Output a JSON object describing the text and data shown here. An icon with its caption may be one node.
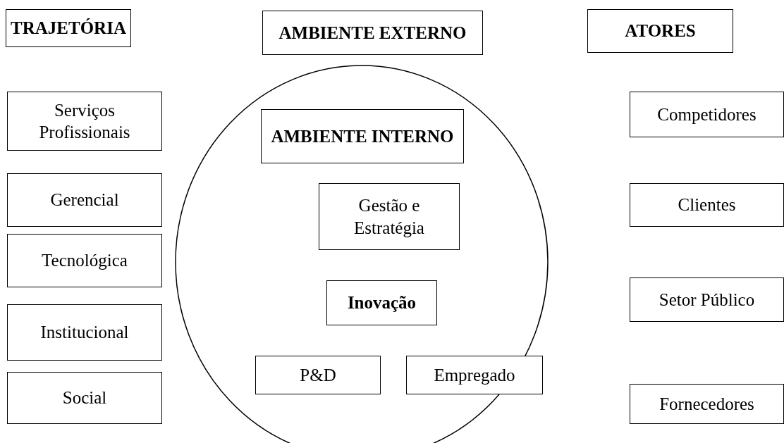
{
  "diagram": {
    "nodes": [
      {
        "text": [
          "TRAJETÓRIA"
        ]
      },
      {
        "text": [
          "AMBIENTE EXTERNO"
        ]
      },
      {
        "text": [
          "ATORES"
        ]
      },
      {
        "text": [
          "Serviços Profissionais"
        ]
      },
      {
        "text": [
          "Gerencial"
        ]
      },
      {
        "text": [
          "Tecnológica"
        ]
      },
      {
        "text": [
          "Institucional"
        ]
      },
      {
        "text": [
          "Social"
        ]
      },
      {
        "text": [],
        "shape": "circle"
      },
      {
        "text": [
          "AMBIENTE INTERNO"
        ],
        "in": 8
      },
      {
        "text": [
          "Gestão e Estratégia"
        ],
        "in": 8
      },
      {
        "text": [
          "Inovação"
        ],
        "in": 8
      },
      {
        "text": [
          "P&D"
        ],
        "in": 8
      },
      {
        "text": [
          "Empregado"
        ],
        "in": 8
      },
      {
        "text": [
          "Competidores"
        ]
      },
      {
        "text": [
          "Clientes"
        ]
      },
      {
        "text": [
          "Setor Público"
        ]
      },
      {
        "text": [
          "Fornecedores"
        ]
      }
    ],
    "edges": []
  }
}
